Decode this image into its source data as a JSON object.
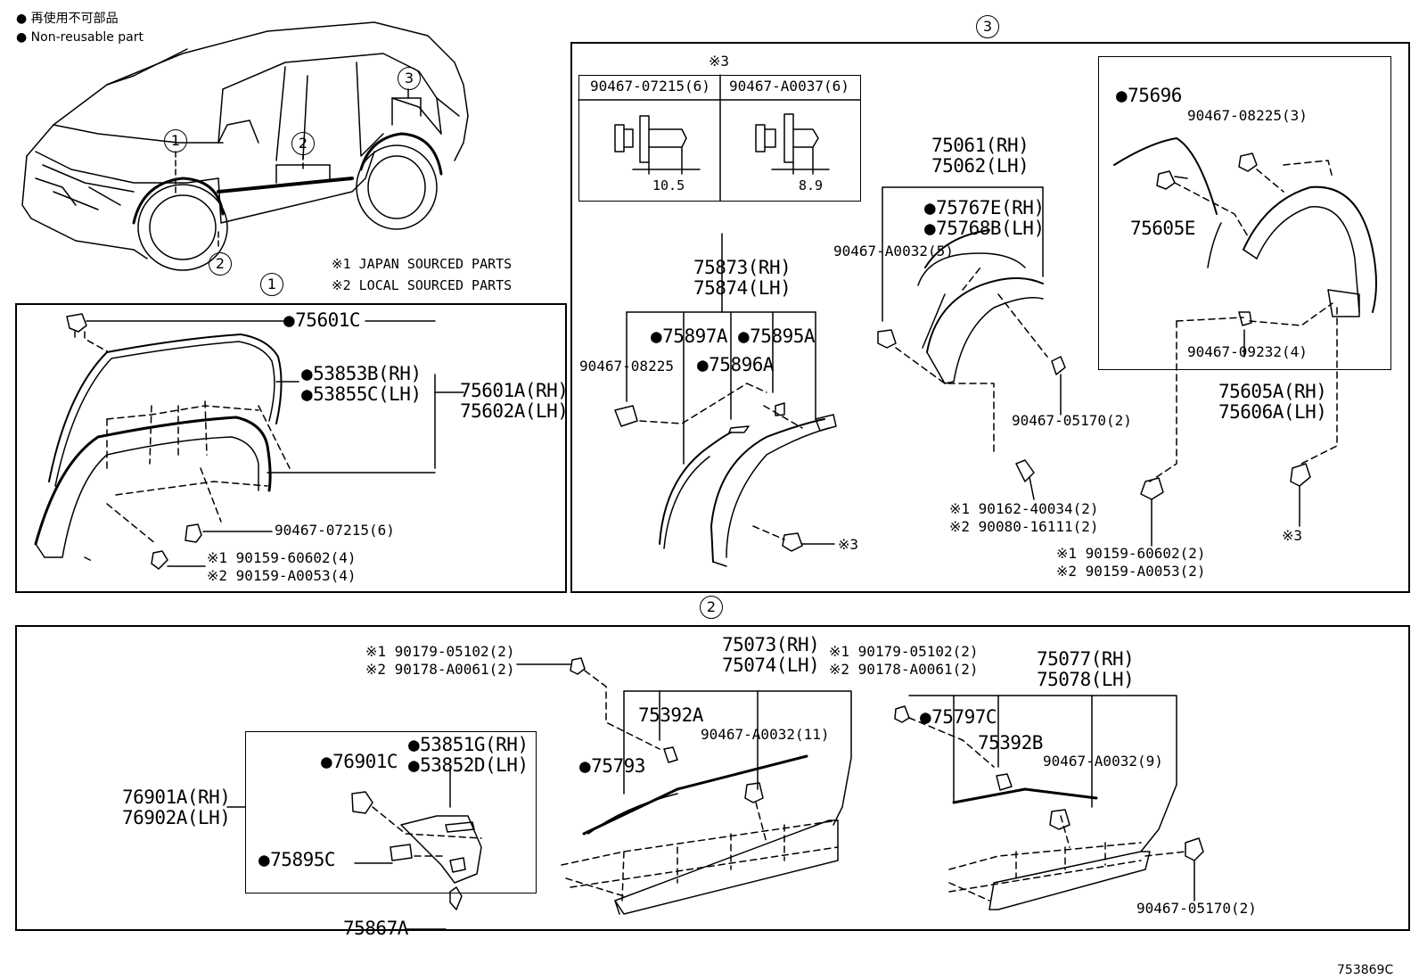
{
  "legend": {
    "jp": "再使用不可部品",
    "en": "Non-reusable part"
  },
  "notes": {
    "n1": "※1 JAPAN SOURCED PARTS",
    "n2": "※2 LOCAL SOURCED PARTS"
  },
  "callouts": {
    "c1": "1",
    "c2": "2",
    "c3": "3"
  },
  "section1": {
    "p75601c": "75601C",
    "p53853b": "53853B(RH)",
    "p53855c": "53855C(LH)",
    "p75601a": "75601A(RH)",
    "p75602a": "75602A(LH)",
    "p90467_07215": "90467-07215(6)",
    "p90159_60602": "※1 90159-60602(4)",
    "p90159_a0053": "※2 90159-A0053(4)"
  },
  "section3": {
    "table_note": "※3",
    "clip1": "90467-07215(6)",
    "clip2": "90467-A0037(6)",
    "dim1": "10.5",
    "dim2": "8.9",
    "p75873": "75873(RH)",
    "p75874": "75874(LH)",
    "p75897a": "75897A",
    "p75895a": "75895A",
    "p90467_08225": "90467-08225",
    "p75896a": "75896A",
    "note3a": "※3",
    "p75061": "75061(RH)",
    "p75062": "75062(LH)",
    "p75767e": "75767E(RH)",
    "p75768b": "75768B(LH)",
    "p90467_a0032_5": "90467-A0032(5)",
    "p90467_05170_2": "90467-05170(2)",
    "p90162": "※1 90162-40034(2)",
    "p90080": "※2 90080-16111(2)",
    "p75696": "75696",
    "p90467_08225_3": "90467-08225(3)",
    "p75605e": "75605E",
    "p90467_09232": "90467-09232(4)",
    "p75605a": "75605A(RH)",
    "p75606a": "75606A(LH)",
    "p90159_60602_2": "※1 90159-60602(2)",
    "p90159_a0053_2": "※2 90159-A0053(2)",
    "note3b": "※3"
  },
  "section2": {
    "p90179_a": "※1 90179-05102(2)",
    "p90178_a": "※2 90178-A0061(2)",
    "p75073": "75073(RH)",
    "p75074": "75074(LH)",
    "p90179_b": "※1 90179-05102(2)",
    "p90178_b": "※2 90178-A0061(2)",
    "p75077": "75077(RH)",
    "p75078": "75078(LH)",
    "p75392a": "75392A",
    "p90467_a0032_11": "90467-A0032(11)",
    "p75793": "75793",
    "p75797c": "75797C",
    "p75392b": "75392B",
    "p90467_a0032_9": "90467-A0032(9)",
    "p53851g": "53851G(RH)",
    "p53852d": "53852D(LH)",
    "p76901c": "76901C",
    "p76901a": "76901A(RH)",
    "p76902a": "76902A(LH)",
    "p75895c": "75895C",
    "p75867a": "75867A",
    "p90467_05170": "90467-05170(2)"
  },
  "figure_id": "753869C"
}
